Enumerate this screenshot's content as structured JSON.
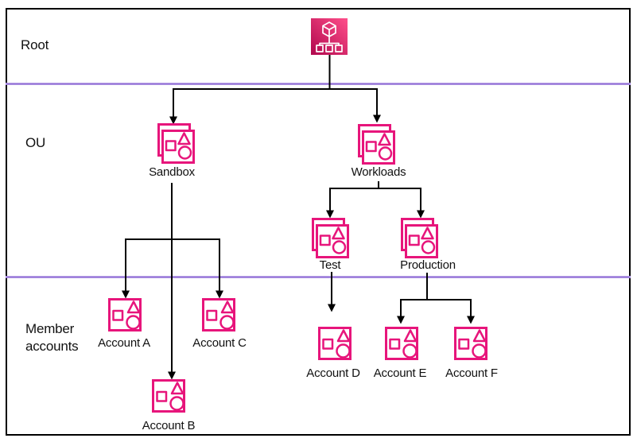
{
  "colors": {
    "icon_pink": "#E7157B",
    "root_gradient_start": "#B0084D",
    "root_gradient_end": "#FF4F8B",
    "divider_purple": "#9473D6",
    "connector_black": "#000000",
    "text_color": "#111111",
    "background": "#FFFFFF"
  },
  "bands": {
    "root": {
      "label": "Root"
    },
    "ou": {
      "label": "OU"
    },
    "member_accounts": {
      "label_line1": "Member",
      "label_line2": "accounts"
    }
  },
  "nodes": {
    "root": {
      "icon": "aws-organizations-root-icon"
    },
    "sandbox": {
      "label": "Sandbox",
      "icon": "organizational-unit-icon"
    },
    "workloads": {
      "label": "Workloads",
      "icon": "organizational-unit-icon"
    },
    "test": {
      "label": "Test",
      "icon": "organizational-unit-icon"
    },
    "production": {
      "label": "Production",
      "icon": "organizational-unit-icon"
    },
    "account_a": {
      "label": "Account A",
      "icon": "member-account-icon"
    },
    "account_b": {
      "label": "Account B",
      "icon": "member-account-icon"
    },
    "account_c": {
      "label": "Account C",
      "icon": "member-account-icon"
    },
    "account_d": {
      "label": "Account D",
      "icon": "member-account-icon"
    },
    "account_e": {
      "label": "Account E",
      "icon": "member-account-icon"
    },
    "account_f": {
      "label": "Account F",
      "icon": "member-account-icon"
    }
  },
  "edges": [
    {
      "from": "root",
      "to": "sandbox"
    },
    {
      "from": "root",
      "to": "workloads"
    },
    {
      "from": "sandbox",
      "to": "account_a"
    },
    {
      "from": "sandbox",
      "to": "account_b"
    },
    {
      "from": "sandbox",
      "to": "account_c"
    },
    {
      "from": "workloads",
      "to": "test"
    },
    {
      "from": "workloads",
      "to": "production"
    },
    {
      "from": "test",
      "to": "account_d"
    },
    {
      "from": "production",
      "to": "account_e"
    },
    {
      "from": "production",
      "to": "account_f"
    }
  ]
}
